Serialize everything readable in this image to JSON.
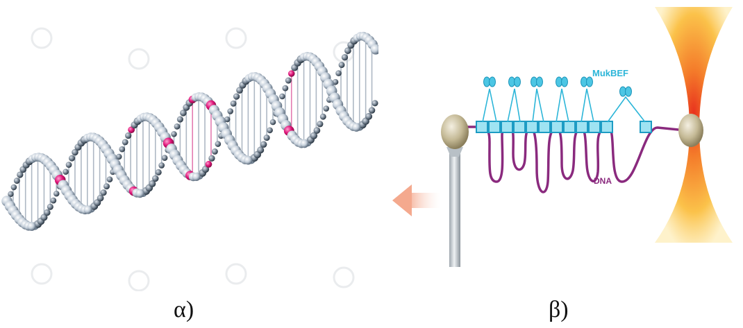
{
  "captions": {
    "a": "α)",
    "b": "β)"
  },
  "diagram": {
    "mukbef_label": "MukBEF",
    "dna_label": "DNA"
  },
  "colors": {
    "backbone": "#c9d2dc",
    "highlight": "#e0167a",
    "protein": "#2bb5d8",
    "dna_strand": "#8a2a7e",
    "bead": "#c9bfa3",
    "trap": "#f6a32a",
    "arrow": "#f3b39a"
  },
  "icons": [
    "watermark-camera-icon",
    "pull-arrow-icon"
  ]
}
